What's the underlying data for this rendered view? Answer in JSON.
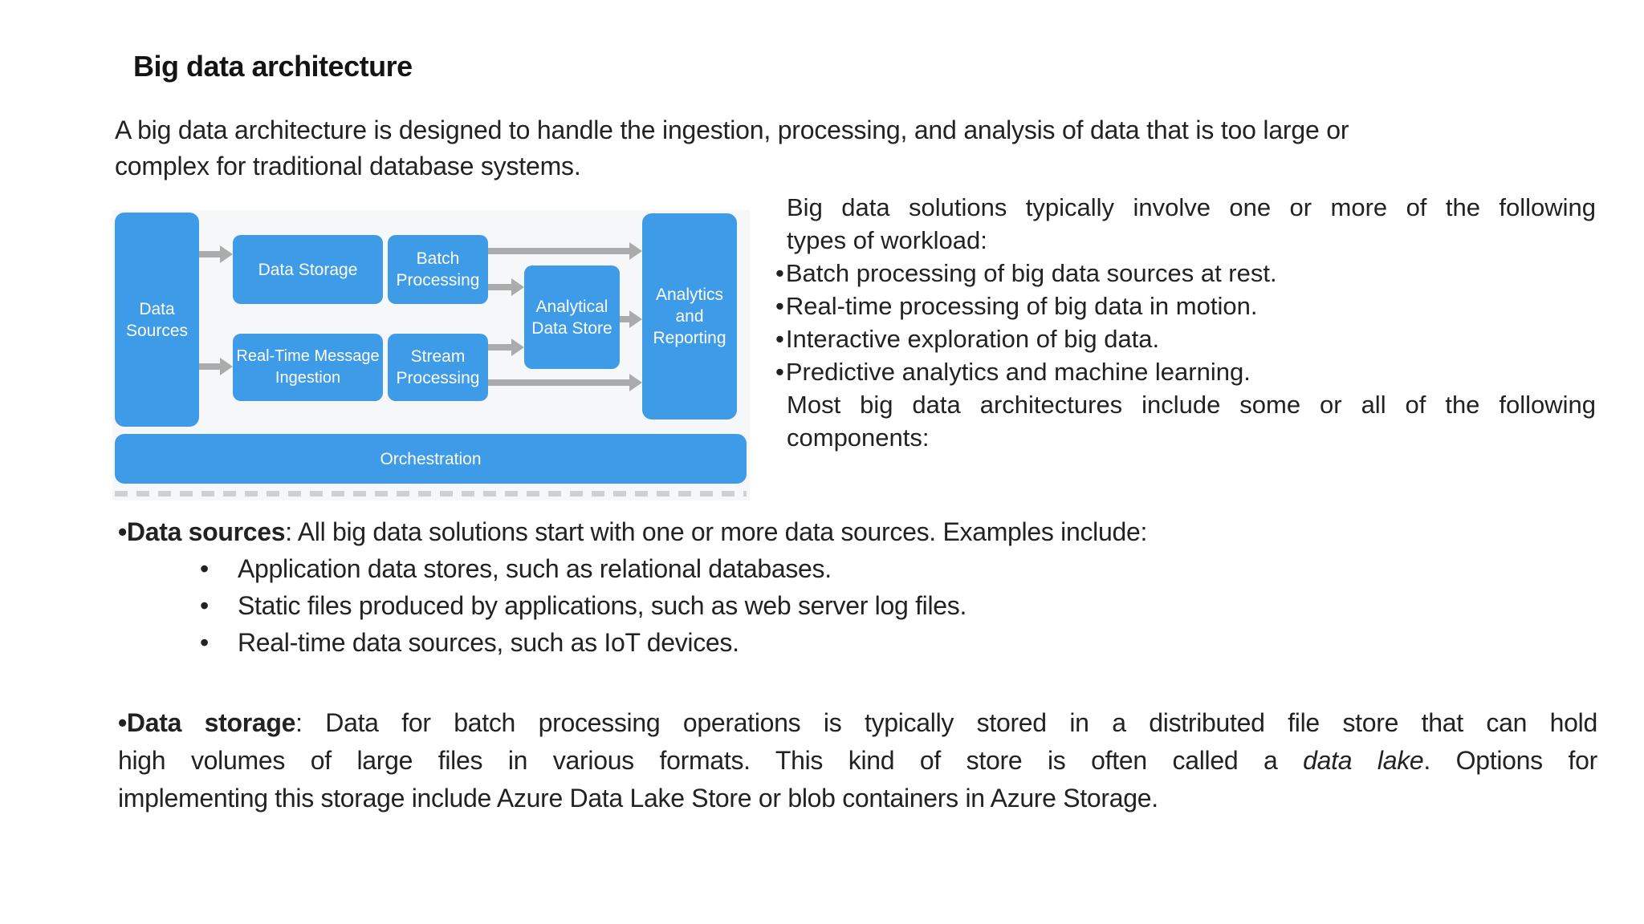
{
  "slide": {
    "title": "Big data architecture",
    "intro_lines": [
      "A big data architecture is designed to handle the ingestion, processing, and analysis of data that is too large or",
      "complex for traditional database systems."
    ]
  },
  "diagram": {
    "boxes": {
      "data_sources": "Data Sources",
      "data_storage": "Data Storage",
      "batch_processing": "Batch Processing",
      "real_time_message_ingestion": "Real-Time Message Ingestion",
      "stream_processing": "Stream Processing",
      "analytical_data_store": "Analytical Data Store",
      "analytics_and_reporting": "Analytics and Reporting",
      "orchestration": "Orchestration"
    },
    "colors": {
      "box_fill": "#3e9be8",
      "box_text": "#ffffff",
      "arrow": "#aaabab",
      "background": "#f6f7f8"
    }
  },
  "right_block": {
    "bullet_char": "•",
    "lines": [
      "Big data solutions typically involve one or more of the following",
      "types of workload:",
      "Batch processing of big data sources at rest.",
      "Real-time processing of big data in motion.",
      "Interactive exploration of big data.",
      "Predictive analytics and machine learning.",
      "Most big data architectures include some or all of the following",
      "components:"
    ]
  },
  "sources": {
    "bullet_char": "•",
    "heading_bold": "Data sources",
    "heading_rest": ": All big data solutions start with one or more data sources. Examples include:",
    "items": [
      "Application data stores, such as relational databases.",
      "Static files produced by applications, such as web server log files.",
      "Real-time data sources, such as IoT devices."
    ]
  },
  "storage": {
    "bullet_char": "•",
    "heading_bold": "Data storage",
    "line1_rest": ": Data for batch processing operations is typically stored in a distributed file store that can hold",
    "line2_pre": "high volumes of large files in various formats. This kind of store is often called a ",
    "line2_italic": "data lake",
    "line2_post": ". Options for",
    "line3": "implementing this storage include Azure Data Lake Store or blob containers in Azure Storage."
  }
}
